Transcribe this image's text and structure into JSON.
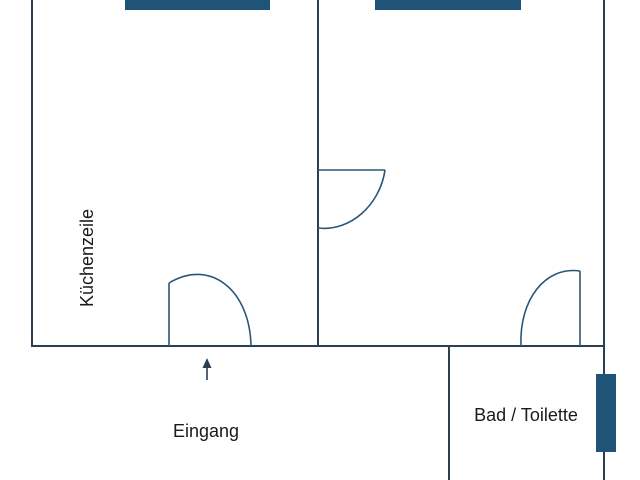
{
  "rooms": {
    "kitchen_label": "Küchenzeile",
    "bath_label": "Bad / Toilette"
  },
  "entrance": {
    "label": "Eingang"
  },
  "colors": {
    "wall": "#2b3f52",
    "door": "#2b5677",
    "window": "#1f5478",
    "background": "#ffffff"
  }
}
